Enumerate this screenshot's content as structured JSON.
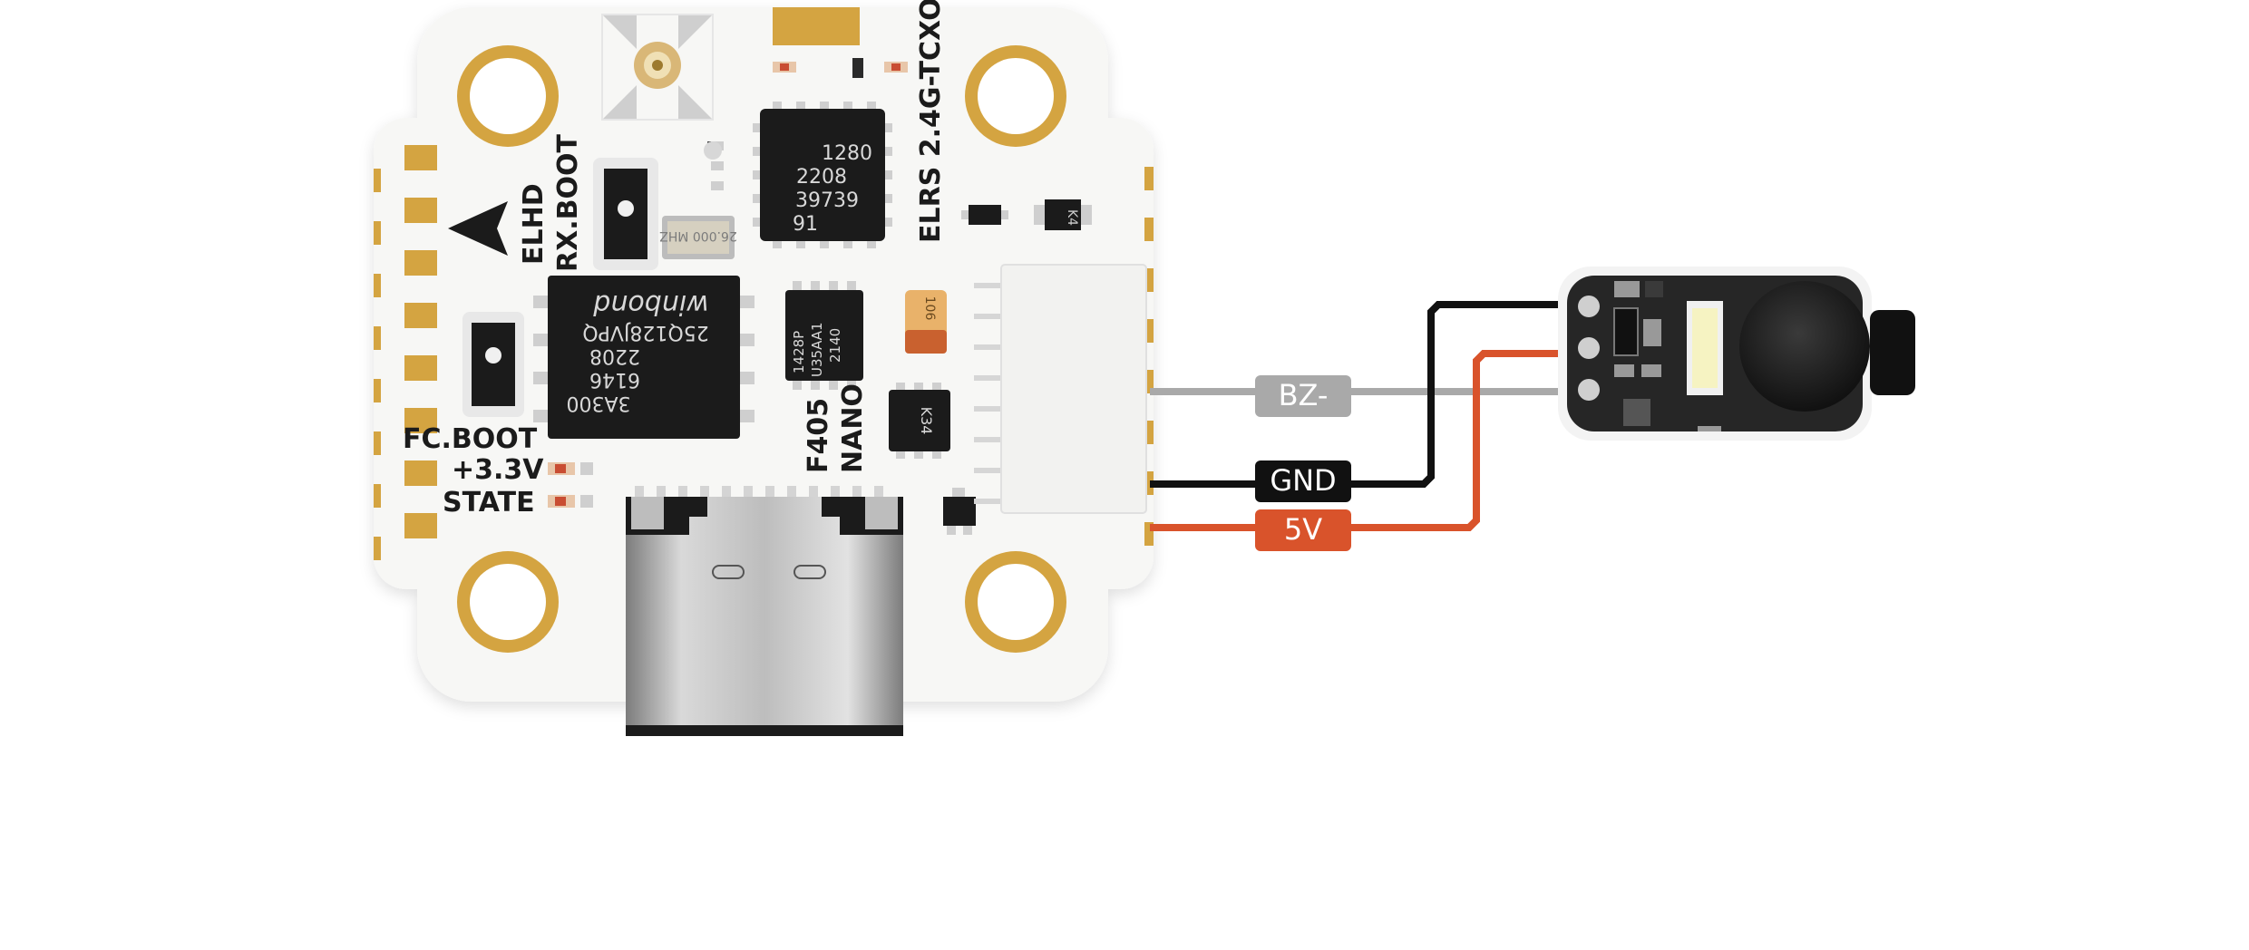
{
  "board": {
    "silk": {
      "elhd": "ELHD",
      "rx_boot": "RX.BOOT",
      "fc_boot": "FC.BOOT",
      "v33": "+3.3V",
      "state": "STATE",
      "elrs": "ELRS 2.4G-TCXO",
      "f405": "F405",
      "nano": "NANO"
    },
    "flash_chip": {
      "line1": "3A300",
      "line2": "6146",
      "line3": "2208",
      "line4": "25Q128JVPQ",
      "brand": "winbond"
    },
    "rx_chip": {
      "line1": "1280",
      "line2": "2208",
      "line3": "39739",
      "line4": "91"
    },
    "mcu_chip": {
      "line1": "1428P",
      "line2": "U35AA1",
      "line3": "2140"
    },
    "crystal": "26.000 MHZ",
    "small_chip": "K34",
    "diode": "K4",
    "cap": "106"
  },
  "wires": [
    {
      "label": "BZ-",
      "color": "#a9a9a9",
      "label_bg": "#a9a9a9"
    },
    {
      "label": "GND",
      "color": "#111111",
      "label_bg": "#111111"
    },
    {
      "label": "5V",
      "color": "#d9532b",
      "label_bg": "#d9532b"
    }
  ],
  "colors": {
    "board": "#f7f7f5",
    "gold": "#d4a441",
    "chip": "#1b1b1b",
    "buzzer_body": "#262626"
  }
}
